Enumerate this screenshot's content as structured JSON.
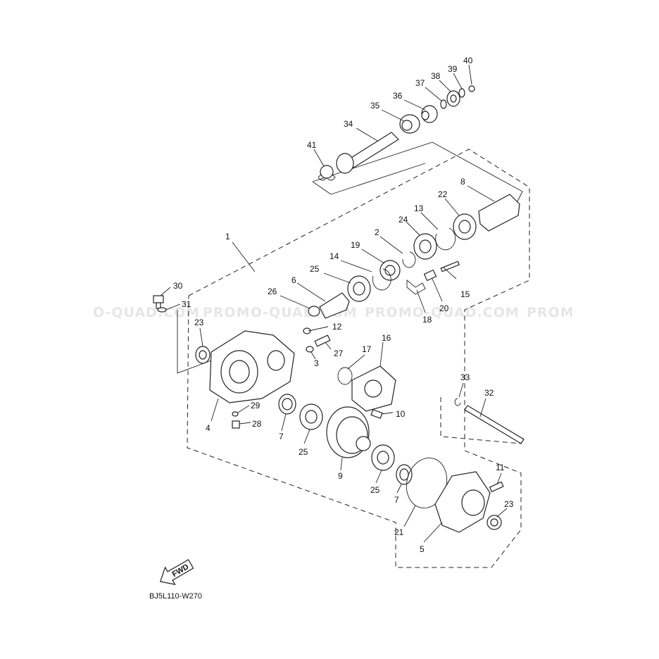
{
  "diagram_code": "BJ5L110-W270",
  "fwd_label": "FWD",
  "watermarks": [
    "O-QUAD.COM",
    "PROMO-QUAD.COM",
    "PROMO-QUAD.COM",
    "PROM"
  ],
  "callouts": {
    "c1": "1",
    "c2": "2",
    "c3": "3",
    "c4": "4",
    "c5": "5",
    "c6": "6",
    "c7a": "7",
    "c7b": "7",
    "c8": "8",
    "c9": "9",
    "c10": "10",
    "c11": "11",
    "c12": "12",
    "c13": "13",
    "c14": "14",
    "c15": "15",
    "c16": "16",
    "c17": "17",
    "c18": "18",
    "c19": "19",
    "c20": "20",
    "c21": "21",
    "c22": "22",
    "c23a": "23",
    "c23b": "23",
    "c24": "24",
    "c25a": "25",
    "c25b": "25",
    "c25c": "25",
    "c26": "26",
    "c27": "27",
    "c28": "28",
    "c29": "29",
    "c30": "30",
    "c31": "31",
    "c32": "32",
    "c33": "33",
    "c34": "34",
    "c35": "35",
    "c36": "36",
    "c37": "37",
    "c38": "38",
    "c39": "39",
    "c40": "40",
    "c41": "41"
  }
}
